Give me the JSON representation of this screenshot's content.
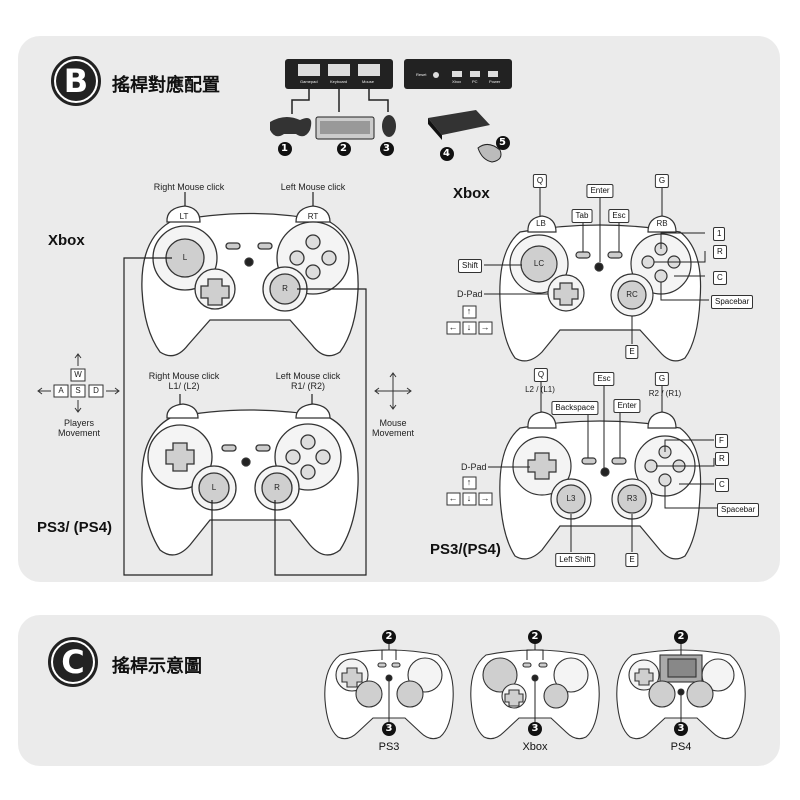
{
  "section_b": {
    "letter": "B",
    "title": "搖桿對應配置",
    "box_ports": [
      "Gamepad",
      "Keyboard",
      "Mouse"
    ],
    "console_ports": [
      "Reset",
      "Xbox",
      "PC",
      "Power"
    ],
    "step_numbers": [
      "1",
      "2",
      "3",
      "4",
      "5"
    ],
    "left": {
      "xbox_label": "Xbox",
      "ps_label": "PS3/ (PS4)",
      "xbox_top_labels": {
        "left": "Right Mouse click",
        "right": "Left Mouse click"
      },
      "xbox_triggers": {
        "left": "LT",
        "right": "RT"
      },
      "xbox_sticks": {
        "left": "L",
        "right": "R"
      },
      "ps_top_labels": {
        "left_line1": "Right Mouse click",
        "left_line2": "L1/ (L2)",
        "right_line1": "Left Mouse click",
        "right_line2": "R1/ (R2)"
      },
      "ps_sticks": {
        "left": "L",
        "right": "R"
      },
      "wasd": {
        "keys": [
          "W",
          "A",
          "S",
          "D"
        ],
        "caption_line1": "Players",
        "caption_line2": "Movement"
      },
      "mouse_caption_line1": "Mouse",
      "mouse_caption_line2": "Movement"
    },
    "right": {
      "xbox_label": "Xbox",
      "ps_label": "PS3/(PS4)",
      "xbox_keys": {
        "q": "Q",
        "g": "G",
        "enter": "Enter",
        "tab": "Tab",
        "esc": "Esc",
        "lb": "LB",
        "rb": "RB",
        "k1": "1",
        "r": "R",
        "c": "C",
        "shift": "Shift",
        "lc": "LC",
        "rc": "RC",
        "dpad": "D-Pad",
        "spacebar": "Spacebar",
        "e": "E"
      },
      "ps_keys": {
        "q": "Q",
        "esc": "Esc",
        "g": "G",
        "l2l1": "L2 / (L1)",
        "r2r1": "R2 / (R1)",
        "backspace": "Backspace",
        "enter": "Enter",
        "f": "F",
        "r": "R",
        "c": "C",
        "dpad": "D-Pad",
        "l3": "L3",
        "r3": "R3",
        "spacebar": "Spacebar",
        "left_shift": "Left Shift",
        "e": "E"
      },
      "arrows": [
        "↑",
        "←",
        "↓",
        "→"
      ]
    }
  },
  "section_c": {
    "letter": "C",
    "title": "搖桿示意圖",
    "controllers": [
      {
        "caption": "PS3",
        "top_num": "2",
        "bottom_num": "3"
      },
      {
        "caption": "Xbox",
        "top_num": "2",
        "bottom_num": "3"
      },
      {
        "caption": "PS4",
        "top_num": "2",
        "bottom_num": "3"
      }
    ]
  }
}
